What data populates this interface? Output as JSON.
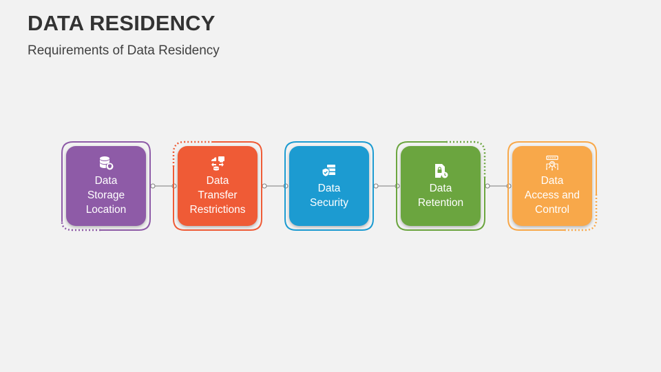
{
  "header": {
    "title": "DATA RESIDENCY",
    "subtitle": "Requirements of Data Residency"
  },
  "colors": {
    "purple": "#8e5ba7",
    "orange_red": "#ef5b36",
    "blue": "#1c9bd1",
    "green": "#6ba53f",
    "amber": "#f8a84a",
    "connector": "#7a7a7a"
  },
  "steps": [
    {
      "icon": "database-shield-icon",
      "lines": [
        "Data",
        "Storage",
        "Location"
      ]
    },
    {
      "icon": "cloud-transfer-icon",
      "lines": [
        "Data",
        "Transfer",
        "Restrictions"
      ]
    },
    {
      "icon": "server-shield-icon",
      "lines": [
        "Data",
        "Security"
      ]
    },
    {
      "icon": "document-lock-clock-icon",
      "lines": [
        "Data",
        "Retention"
      ]
    },
    {
      "icon": "access-control-icon",
      "lines": [
        "Data",
        "Access and",
        "Control"
      ]
    }
  ]
}
